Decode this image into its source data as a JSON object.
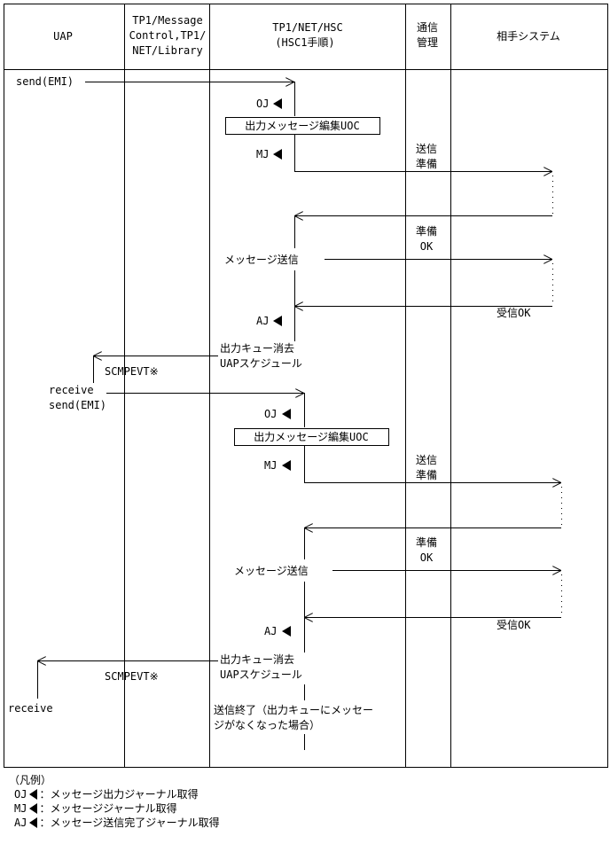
{
  "header": {
    "col_uap": "UAP",
    "col_msgctl": [
      "TP1/Message",
      "Control,TP1/",
      "NET/Library"
    ],
    "col_hsc": [
      "TP1/NET/HSC",
      "(HSC1手順)"
    ],
    "col_comm": [
      "通信",
      "管理"
    ],
    "col_peer": "相手システム"
  },
  "flow1": {
    "send": "send(EMI)",
    "oj": "OJ",
    "uoc": "出力メッセージ編集UOC",
    "mj": "MJ",
    "prep": [
      "送信",
      "準備"
    ],
    "prep_ok": [
      "準備",
      "OK"
    ],
    "msg_send": "メッセージ送信",
    "recv_ok": "受信OK",
    "aj": "AJ",
    "queue": [
      "出力キュー消去",
      "UAPスケジュール"
    ],
    "scmpevt": "SCMPEVT※",
    "receive": "receive"
  },
  "flow2": {
    "send": "send(EMI)",
    "oj": "OJ",
    "uoc": "出力メッセージ編集UOC",
    "mj": "MJ",
    "prep": [
      "送信",
      "準備"
    ],
    "prep_ok": [
      "準備",
      "OK"
    ],
    "msg_send": "メッセージ送信",
    "recv_ok": "受信OK",
    "aj": "AJ",
    "queue": [
      "出力キュー消去",
      "UAPスケジュール"
    ],
    "scmpevt": "SCMPEVT※",
    "receive": "receive"
  },
  "end_note": [
    "送信終了（出力キューにメッセー",
    "ジがなくなった場合）"
  ],
  "legend": {
    "title": "（凡例）",
    "items": [
      {
        "code": "OJ",
        "text": "：メッセージ出力ジャーナル取得"
      },
      {
        "code": "MJ",
        "text": "：メッセージジャーナル取得"
      },
      {
        "code": "AJ",
        "text": "：メッセージ送信完了ジャーナル取得"
      }
    ]
  }
}
